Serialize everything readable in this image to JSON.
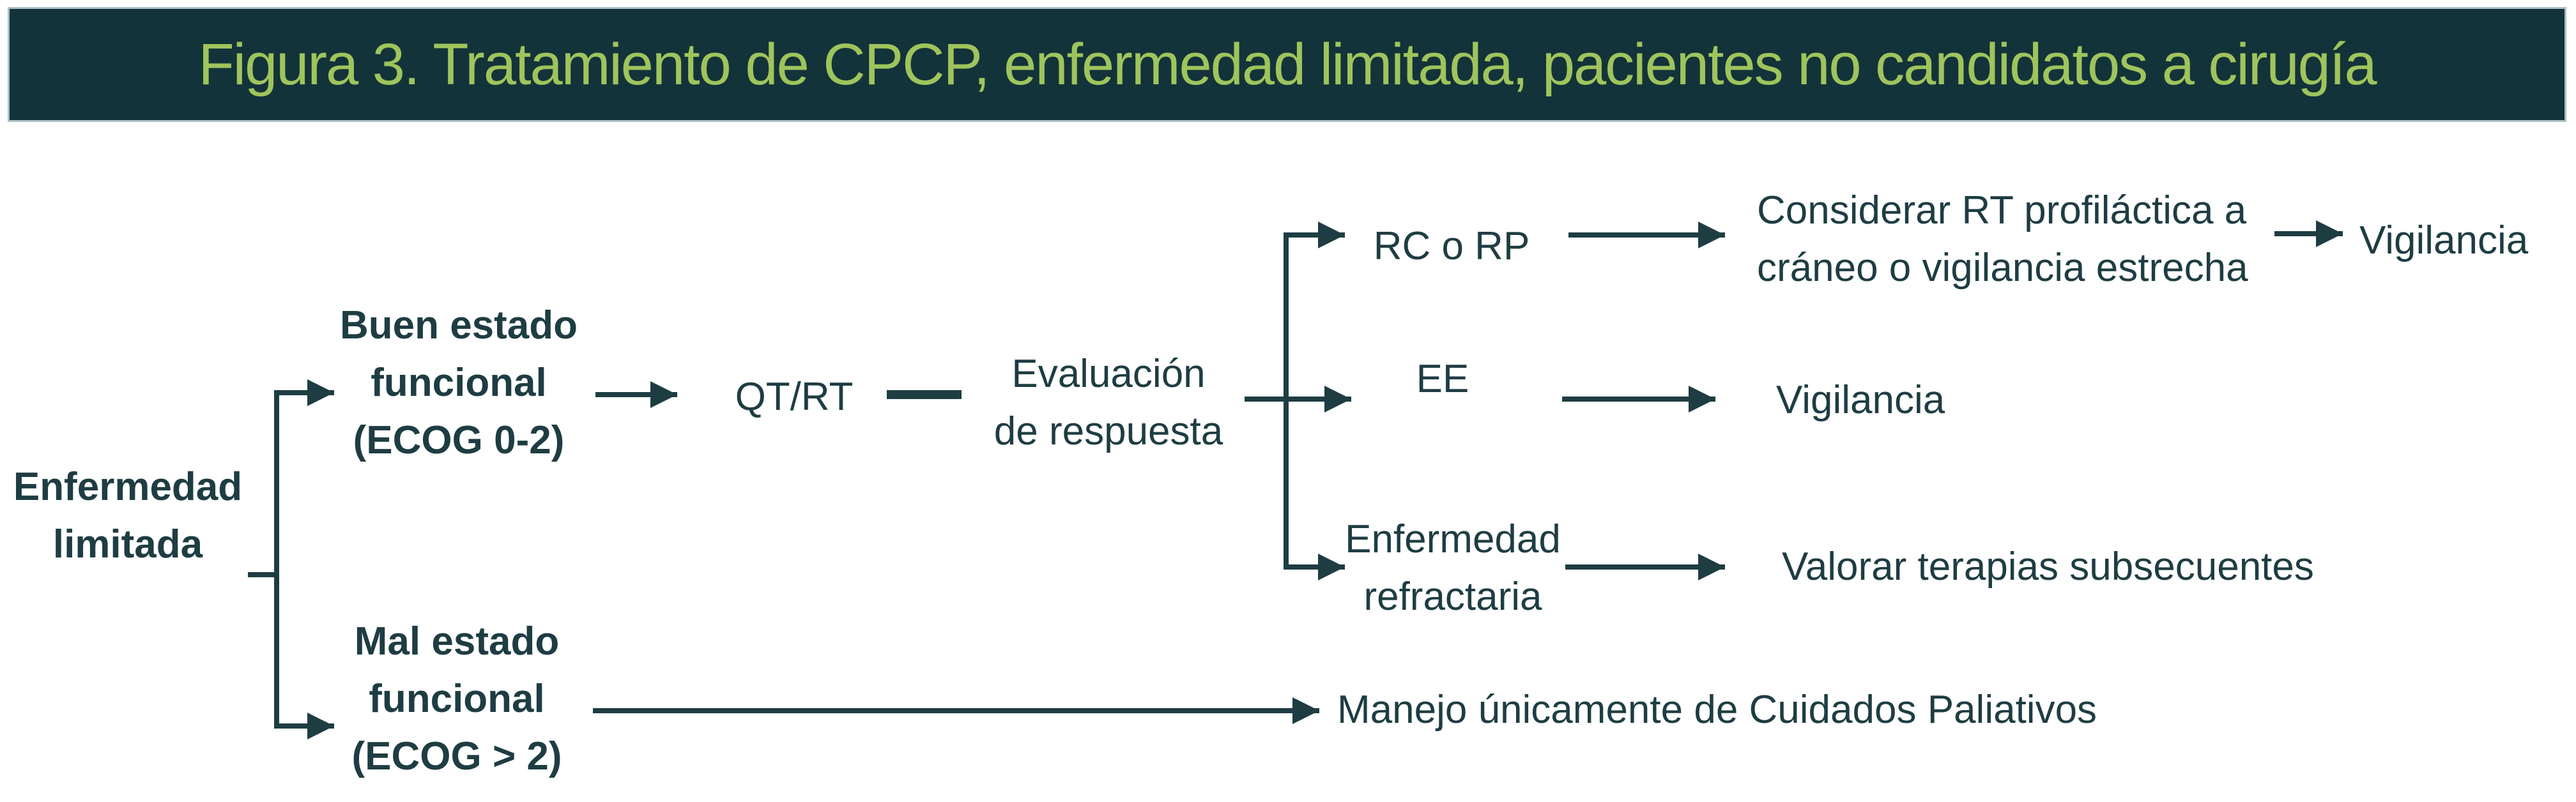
{
  "title": {
    "text": "Figura 3. Tratamiento de CPCP, enfermedad limitada, pacientes no candidatos a cirugía"
  },
  "colors": {
    "bar_bg": "#13333a",
    "bar_border": "#aebfc6",
    "title_text": "#9fc45c",
    "ink": "#1e3d43",
    "page_bg": "#ffffff"
  },
  "nodes": {
    "enfermedad_limitada": {
      "label": "Enfermedad\nlimitada"
    },
    "buen_estado": {
      "label": "Buen estado\nfuncional\n(ECOG 0-2)"
    },
    "qt_rt": {
      "label": "QT/RT"
    },
    "evaluacion_respuesta": {
      "label": "Evaluación\nde respuesta"
    },
    "rc_o_rp": {
      "label": "RC o RP"
    },
    "ee": {
      "label": "EE"
    },
    "enfermedad_refractaria": {
      "label": "Enfermedad\nrefractaria"
    },
    "considerar_rt": {
      "label": "Considerar RT profiláctica a\ncráneo o vigilancia estrecha"
    },
    "vigilancia_superior": {
      "label": "Vigilancia"
    },
    "vigilancia_media": {
      "label": "Vigilancia"
    },
    "valorar_terapias": {
      "label": "Valorar terapias subsecuentes"
    },
    "mal_estado": {
      "label": "Mal estado\nfuncional\n(ECOG > 2)"
    },
    "manejo_paliativos": {
      "label": "Manejo únicamente de Cuidados Paliativos"
    }
  }
}
